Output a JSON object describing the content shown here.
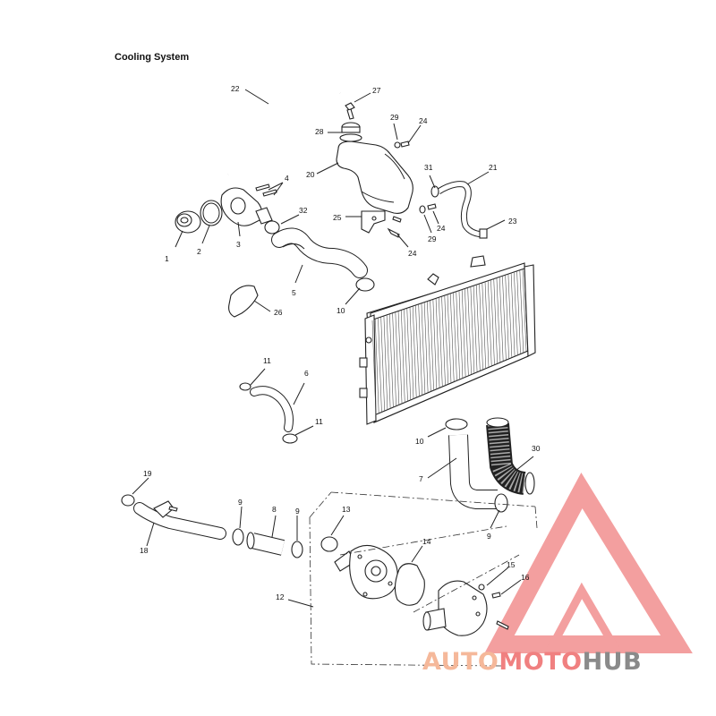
{
  "title": "Cooling System",
  "callouts": [
    {
      "id": "c1",
      "label": "1"
    },
    {
      "id": "c2",
      "label": "2"
    },
    {
      "id": "c3",
      "label": "3"
    },
    {
      "id": "c4",
      "label": "4"
    },
    {
      "id": "c5",
      "label": "5"
    },
    {
      "id": "c6",
      "label": "6"
    },
    {
      "id": "c7",
      "label": "7"
    },
    {
      "id": "c8",
      "label": "8"
    },
    {
      "id": "c9a",
      "label": "9"
    },
    {
      "id": "c9b",
      "label": "9"
    },
    {
      "id": "c9c",
      "label": "9"
    },
    {
      "id": "c10a",
      "label": "10"
    },
    {
      "id": "c10b",
      "label": "10"
    },
    {
      "id": "c11a",
      "label": "11"
    },
    {
      "id": "c11b",
      "label": "11"
    },
    {
      "id": "c12",
      "label": "12"
    },
    {
      "id": "c13",
      "label": "13"
    },
    {
      "id": "c14",
      "label": "14"
    },
    {
      "id": "c15",
      "label": "15"
    },
    {
      "id": "c16",
      "label": "16"
    },
    {
      "id": "c18",
      "label": "18"
    },
    {
      "id": "c19",
      "label": "19"
    },
    {
      "id": "c20",
      "label": "20"
    },
    {
      "id": "c21",
      "label": "21"
    },
    {
      "id": "c22",
      "label": "22"
    },
    {
      "id": "c23",
      "label": "23"
    },
    {
      "id": "c24a",
      "label": "24"
    },
    {
      "id": "c24b",
      "label": "24"
    },
    {
      "id": "c24c",
      "label": "24"
    },
    {
      "id": "c25",
      "label": "25"
    },
    {
      "id": "c26",
      "label": "26"
    },
    {
      "id": "c27",
      "label": "27"
    },
    {
      "id": "c28",
      "label": "28"
    },
    {
      "id": "c29a",
      "label": "29"
    },
    {
      "id": "c29b",
      "label": "29"
    },
    {
      "id": "c30",
      "label": "30"
    },
    {
      "id": "c31",
      "label": "31"
    },
    {
      "id": "c32",
      "label": "32"
    }
  ],
  "watermark": {
    "part1": "AUTO",
    "part2": "MOTO",
    "part3": "HUB",
    "color_primary": "#f08080",
    "color_secondary": "#f5b89a",
    "color_hub": "#8a8a8a"
  }
}
